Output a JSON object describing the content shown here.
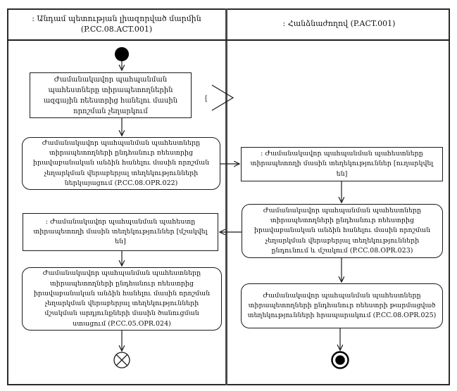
{
  "diagram": {
    "lanes": [
      {
        "title": ": Անդամ պետության լիազորված մարմին  (P.CC.08.ACT.001)"
      },
      {
        "title": ": Հանձնաժողով (P.ACT.001)"
      }
    ],
    "nodes": {
      "l1": {
        "type": "action",
        "text": "Ժամանակավոր պահպանման պահեստները տիրապետողներին ազգային ռեեստրից հանելու մասին որոշման չեղարկում"
      },
      "l2": {
        "type": "action",
        "text": "Ժամանակավոր պահպանման պահեստները տիրապետողների ընդհանուր ռեեստրից իրավաբանական անձին հանելու մասին որոշման չեղարկման վերաբերյալ տեղեկությունների ներկայացում (P.CC.08.OPR.022)"
      },
      "r1": {
        "type": "object",
        "text": ": Ժամանակավոր պահպանման պահեստները տիրապետողի մասին տեղեկություններ [ուղարկվել են]"
      },
      "r2": {
        "type": "action",
        "text": "Ժամանակավոր պահպանման պահեստները տիրապետողների ընդհանուր ռեեստրից իրավաբանական անձին հանելու մասին որոշման չեղարկման վերաբերյալ տեղեկությունների ընդունում և մշակում (P.CC.08.OPR.023)"
      },
      "l3": {
        "type": "object",
        "text": ": Ժամանակավոր պահպանման պահեստը տիրապետողի մասին տեղեկություններ [մշակվել են]"
      },
      "l4": {
        "type": "action",
        "text": "Ժամանակավոր պահպանման պահեստները տիրապետողների ընդհանուր ռեեստրից իրավաբանական անձին հանելու մասին որոշման չեղարկման վերաբերյալ տեղեկությունների մշակման արդյունքների մասին ծանուցման ստացում (P.CC.05.OPR.024)"
      },
      "r3": {
        "type": "action",
        "text": "Ժամանակավոր պահպանման պահեստները տիրապետողների ընդհանուր ռեեստրի թարմացված տեղեկությունների հրապարակում (P.CC.08.OPR.025)"
      }
    },
    "connector": {
      "label": "["
    },
    "symbols": {
      "initial": "filled-circle",
      "flow_final": "circle-with-x",
      "activity_final": "bullseye"
    },
    "colors": {
      "line": "#1a1a1a",
      "lane_divider": "#4a4a4a",
      "background": "#ffffff"
    }
  }
}
